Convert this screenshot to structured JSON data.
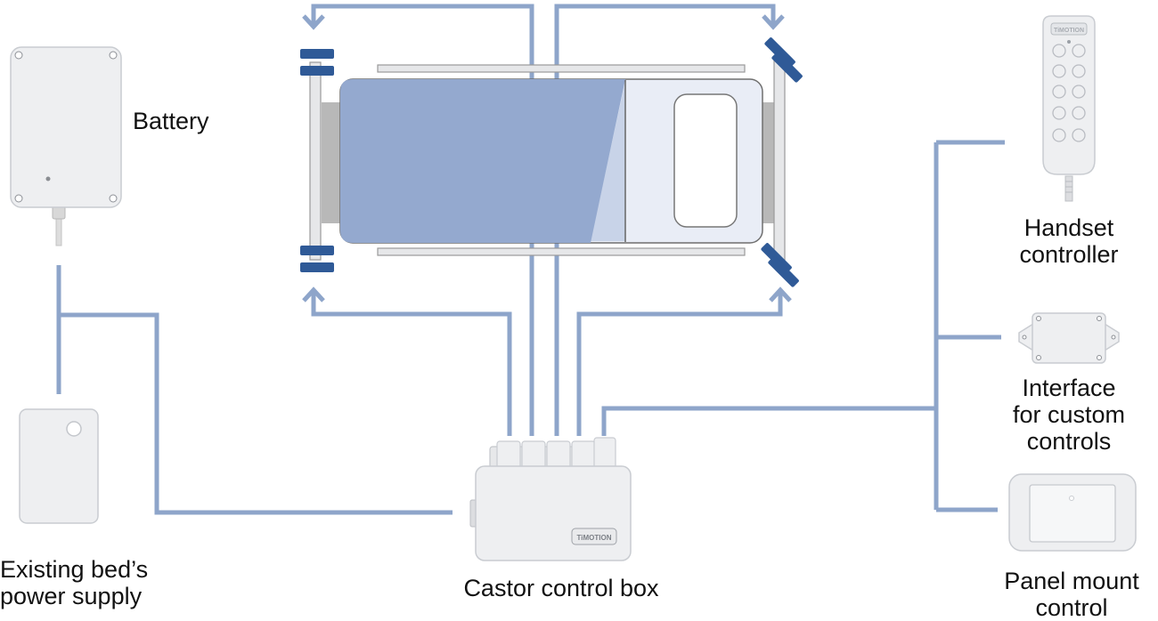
{
  "colors": {
    "connector": "#8ea5ca",
    "mattress": "#94a9cf",
    "mattress_light": "#c8d3e8",
    "bed_panel": "#e9edf6",
    "castor": "#2f5a97",
    "device": "#eeeff1",
    "device_edge": "#c9ccd1",
    "frame": "#e6e7e9",
    "frame_edge": "#9a9a9a",
    "side_block": "#b8b8b8"
  },
  "labels": {
    "battery": "Battery",
    "handset": [
      "Handset",
      "controller"
    ],
    "interface": [
      "Interface",
      "for custom",
      "controls"
    ],
    "panel": [
      "Panel mount",
      "control"
    ],
    "power": [
      "Existing bed’s",
      "power supply"
    ],
    "castor_box": "Castor control box"
  },
  "logos": {
    "handset_brand": "TiMOTION",
    "box_brand": "TiMOTION"
  }
}
